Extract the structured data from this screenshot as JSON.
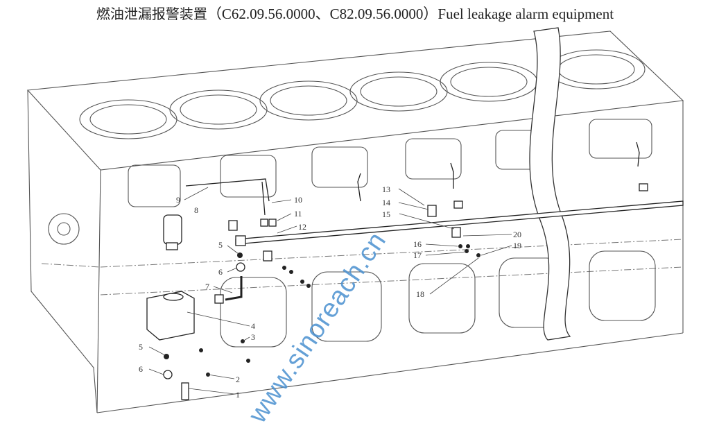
{
  "title": {
    "chinese": "燃油泄漏报警装置",
    "codes": "（C62.09.56.0000、C82.09.56.0000）",
    "english": "Fuel leakage alarm equipment"
  },
  "watermark": "www.sinoreach.cn",
  "callouts": {
    "c1": "1",
    "c2": "2",
    "c3": "3",
    "c4": "4",
    "c5a": "5",
    "c5b": "5",
    "c6a": "6",
    "c6b": "6",
    "c7": "7",
    "c8": "8",
    "c9": "9",
    "c10": "10",
    "c11": "11",
    "c12": "12",
    "c13": "13",
    "c14": "14",
    "c15": "15",
    "c16": "16",
    "c17": "17",
    "c18": "18",
    "c19": "19",
    "c20": "20"
  }
}
